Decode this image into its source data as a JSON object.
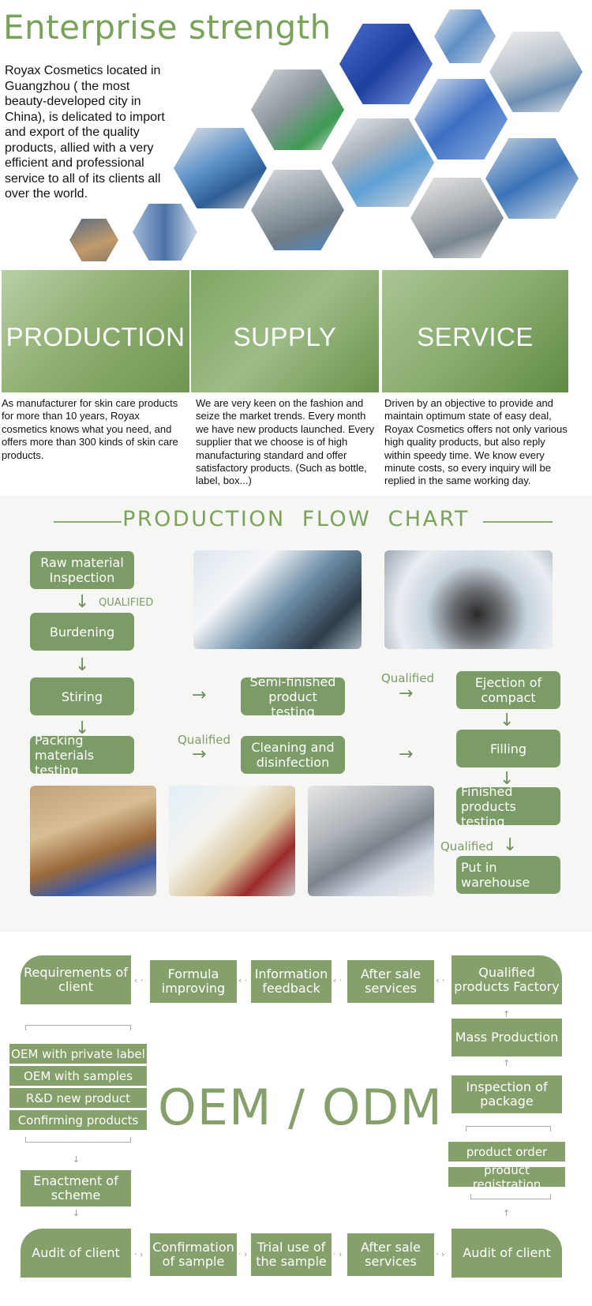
{
  "enterprise": {
    "title": "Enterprise strength",
    "intro": "Royax Cosmetics located in Guangzhou ( the most beauty-developed city in China), is delicated to import and export of the quality products, allied with a very efficient and professional service to all of its clients all over the world."
  },
  "services": [
    {
      "label": "PRODUCTION",
      "text": "As manufacturer for skin care products for more than 10 years, Royax cosmetics knows what you need, and offers more than 300 kinds of skin care products."
    },
    {
      "label": "SUPPLY",
      "text": "We are very keen on the fashion and seize the market trends. Every month we have new products launched. Every supplier that we choose is of high manufacturing standard and offer satisfactory products. (Such as bottle, label, box...)"
    },
    {
      "label": "SERVICE",
      "text": "Driven by an objective to provide and maintain optimum state of easy deal, Royax Cosmetics offers not only various high quality products, but also reply within speedy time. We know every minute costs, so every inquiry will be replied in the same working day."
    }
  ],
  "flow": {
    "title": "PRODUCTION FLOW CHART",
    "qualified_caps": "QUALIFIED",
    "qualified": "Qualified",
    "steps": {
      "raw": "Raw material Inspection",
      "burdening": "Burdening",
      "stiring": "Stiring",
      "packing": "Packing materials testing",
      "semi": "Semi-finished product testing",
      "cleaning": "Cleaning and disinfection",
      "ejection": "Ejection of compact",
      "filling": "Filling",
      "finished": "Finished products testing",
      "warehouse": "Put in warehouse"
    }
  },
  "oem": {
    "title": "OEM / ODM",
    "requirements": "Requirements of client",
    "formula": "Formula improving",
    "info": "Information feedback",
    "after_sale": "After sale services",
    "qualified_factory": "Qualified products Factory",
    "options": [
      "OEM with private label",
      "OEM with samples",
      "R&D new product",
      "Confirming products"
    ],
    "mass": "Mass Production",
    "inspection": "Inspection of package",
    "order": "product order",
    "registration": "product registration",
    "enactment": "Enactment of scheme",
    "audit_left": "Audit of client",
    "confirm_sample": "Confirmation of sample",
    "trial": "Trial use of the sample",
    "after_sale_2": "After sale services",
    "audit_right": "Audit of client"
  },
  "colors": {
    "accent": "#7aa35a",
    "box": "#7c9c67",
    "oem_box": "#86a06c"
  }
}
